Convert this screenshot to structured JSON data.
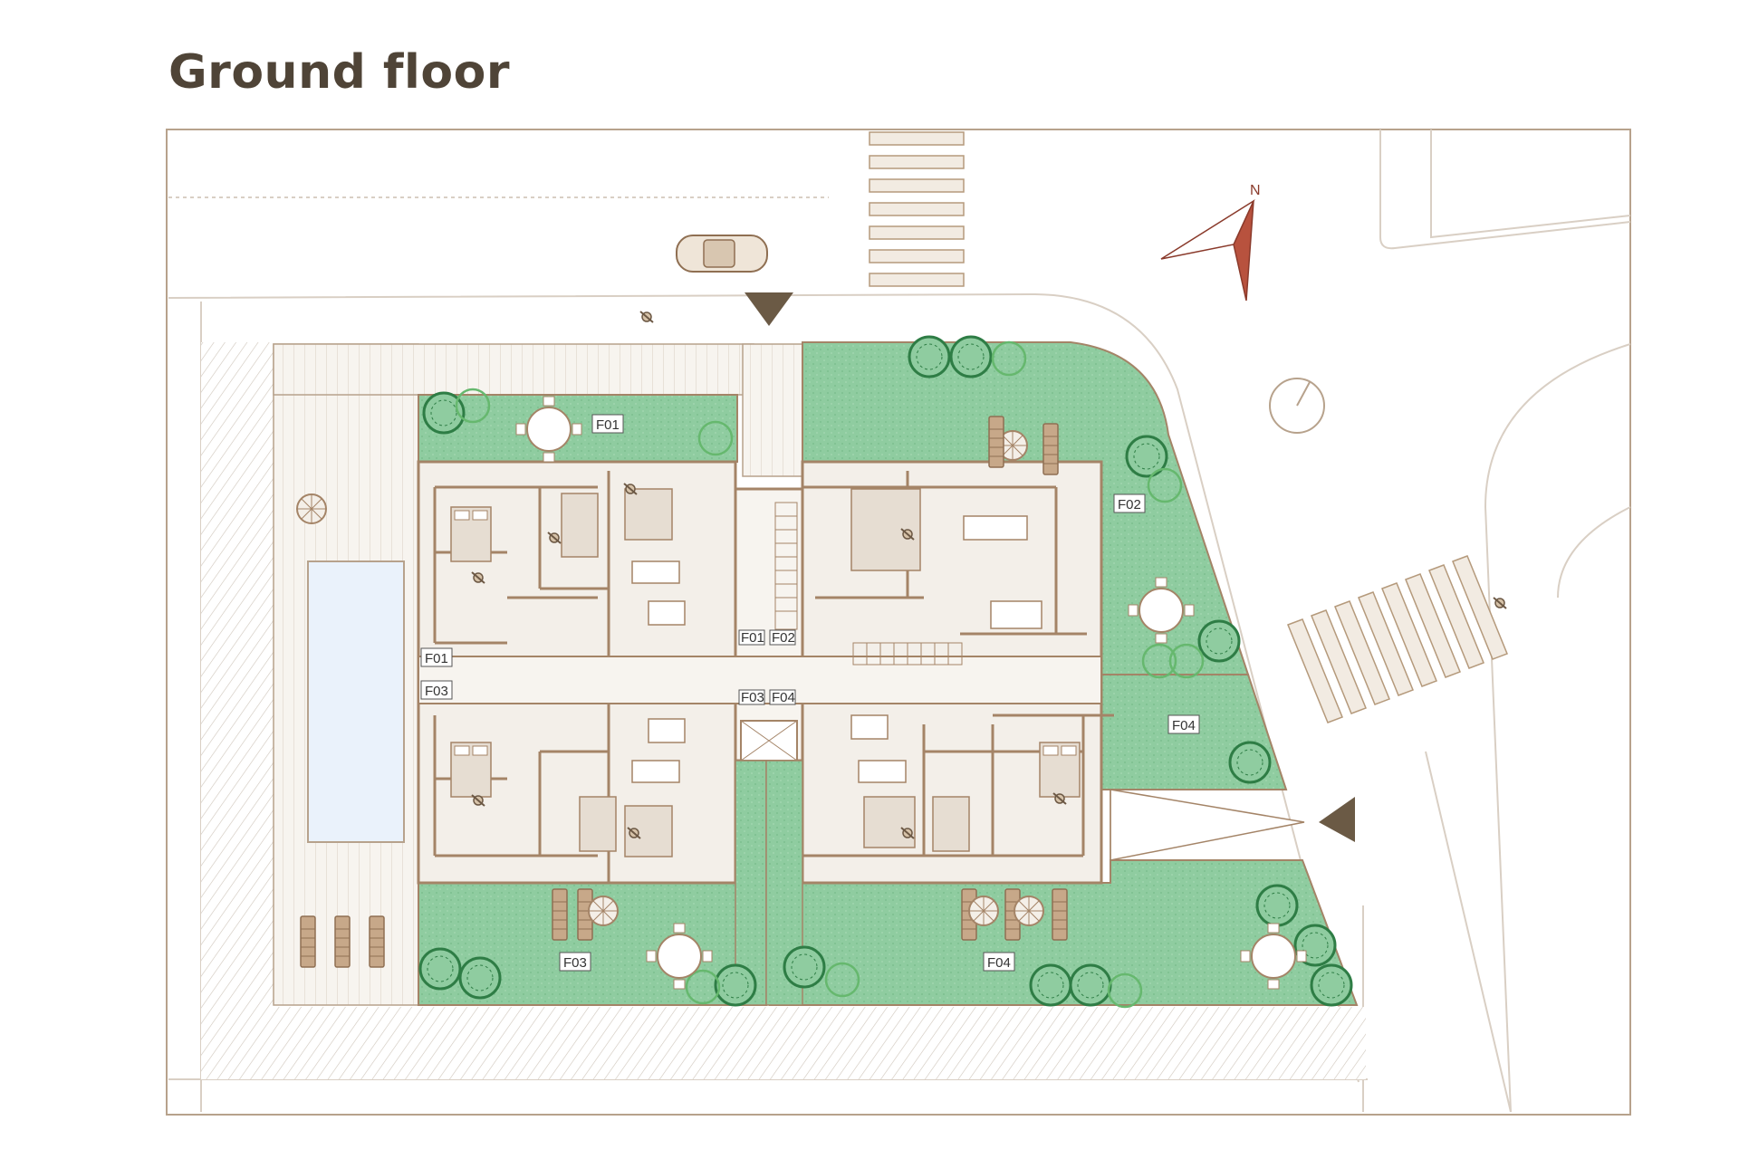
{
  "title": "Ground floor",
  "colors": {
    "wall": "#a48467",
    "garden": "#8fcca0",
    "garden_dark": "#3c8a52",
    "floor": "#f3efe9",
    "deck": "#f6f2ec",
    "pool": "#e8f0fa",
    "outline": "#b7a28c"
  },
  "unit_labels": {
    "f01_garden": "F01",
    "f02_garden": "F02",
    "f03_garden": "F03",
    "f04_garden": "F04",
    "f04_east": "F04",
    "f01_terrace": "F01",
    "f03_terrace": "F03",
    "core_f01": "F01",
    "core_f02": "F02",
    "core_f03": "F03",
    "core_f04": "F04"
  },
  "icons": [
    "north-arrow-icon",
    "car-icon",
    "entrance-arrow-icon",
    "tree-icon",
    "umbrella-icon",
    "sun-lounger-icon",
    "dining-table-icon",
    "bed-icon",
    "sofa-icon",
    "person-icon"
  ]
}
